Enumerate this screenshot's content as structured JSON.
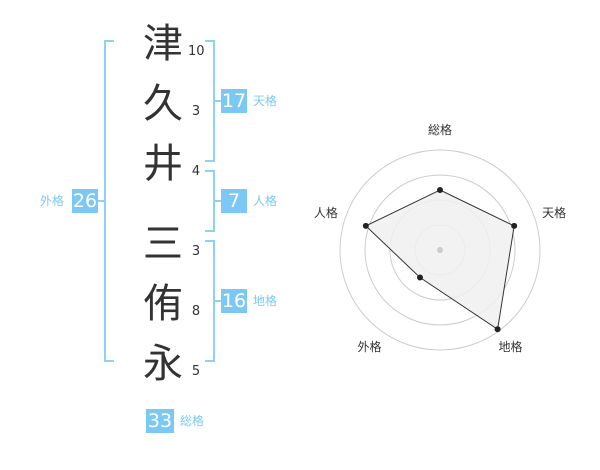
{
  "name": {
    "characters": [
      {
        "char": "津",
        "strokes": "10"
      },
      {
        "char": "久",
        "strokes": "3"
      },
      {
        "char": "井",
        "strokes": "4"
      },
      {
        "char": "三",
        "strokes": "3"
      },
      {
        "char": "侑",
        "strokes": "8"
      },
      {
        "char": "永",
        "strokes": "5"
      }
    ]
  },
  "fortune": {
    "tenkaku": {
      "value": "17",
      "label": "天格"
    },
    "jinkaku": {
      "value": "7",
      "label": "人格"
    },
    "chikaku": {
      "value": "16",
      "label": "地格"
    },
    "gaikaku": {
      "value": "26",
      "label": "外格"
    },
    "soukaku": {
      "value": "33",
      "label": "総格"
    }
  },
  "radar": {
    "axes": [
      "総格",
      "天格",
      "地格",
      "外格",
      "人格"
    ],
    "values": [
      0.6,
      0.78,
      0.98,
      0.34,
      0.78
    ],
    "colors": {
      "fill": "#f0f0f0",
      "line": "#333333",
      "ring": "#cccccc",
      "badge": "#7cc8f5",
      "bracket": "#8fd0f7"
    }
  }
}
